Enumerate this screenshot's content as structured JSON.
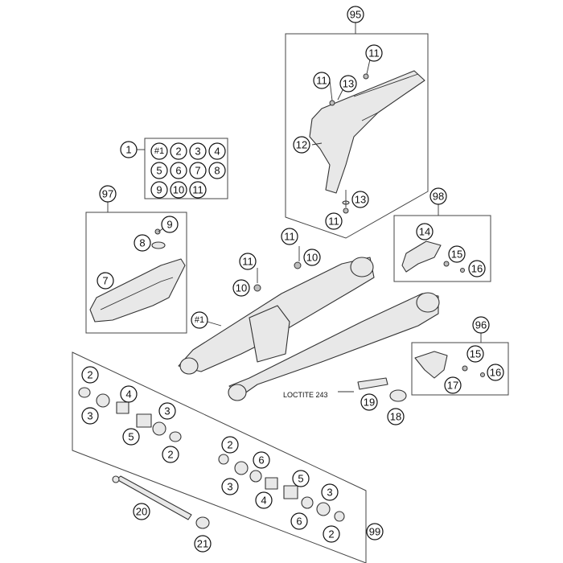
{
  "callouts": {
    "c95": "95",
    "c97": "97",
    "c98": "98",
    "c96": "96",
    "c99": "99",
    "c1": "1",
    "c1a": "#1",
    "c2": "2",
    "c3": "3",
    "c4": "4",
    "c5": "5",
    "c6": "6",
    "c7": "7",
    "c8": "8",
    "c9": "9",
    "c10": "10",
    "c11": "11",
    "swingarm": "#1",
    "guide7": "7",
    "guide8": "8",
    "guide9": "9",
    "cg11a": "11",
    "cg11b": "11",
    "cg11c": "11",
    "cg12": "12",
    "cg13a": "13",
    "cg13b": "13",
    "sa11a": "11",
    "sa11b": "11",
    "sa10a": "10",
    "sa10b": "10",
    "p14": "14",
    "p15a": "15",
    "p16a": "16",
    "p15b": "15",
    "p16b": "16",
    "p17": "17",
    "p18": "18",
    "p19": "19",
    "p20": "20",
    "p21": "21",
    "b2a": "2",
    "b3a": "3",
    "b4a": "4",
    "b5a": "5",
    "b3b": "3",
    "b2b": "2",
    "b2c": "2",
    "b3c": "3",
    "b6a": "6",
    "b4b": "4",
    "b5b": "5",
    "b6b": "6",
    "b3d": "3",
    "b2d": "2"
  },
  "note_loctite": "LOCTITE 243"
}
